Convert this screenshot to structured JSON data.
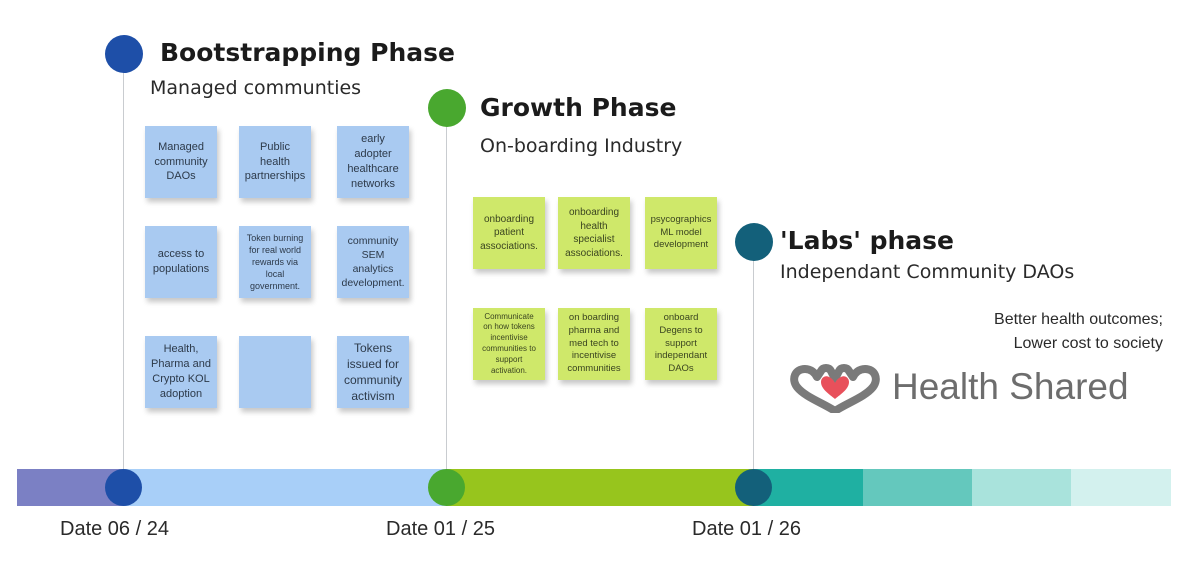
{
  "phases": [
    {
      "title": "Bootstrapping Phase",
      "subtitle": "Managed communties",
      "color": "#1e4fa8"
    },
    {
      "title": "Growth Phase",
      "subtitle": "On-boarding Industry",
      "color": "#49a82f"
    },
    {
      "title": "'Labs' phase",
      "subtitle": "Independant Community DAOs",
      "color": "#13607a"
    }
  ],
  "bootstrapping_notes": [
    "Managed community DAOs",
    "Public health partnerships",
    "early adopter healthcare networks",
    "access to populations",
    "Token burning for real world rewards via local government.",
    "community SEM analytics development.",
    "Health, Pharma and Crypto KOL adoption",
    "",
    "Tokens issued for community activism"
  ],
  "growth_notes": [
    "onboarding patient associations.",
    "onboarding health specialist associations.",
    "psycographics ML model development",
    "Communicate on how tokens incentivise communities to support activation.",
    "on boarding pharma and med tech to incentivise communities",
    "onboard Degens to support independant DAOs"
  ],
  "dates": [
    "Date 06 / 24",
    "Date 01 / 25",
    "Date 01 / 26"
  ],
  "outcomes": [
    "Better health outcomes;",
    "Lower cost to society"
  ],
  "brand": {
    "name": "Health Shared",
    "heart_color": "#e8505b",
    "hands_color": "#7a7a7a"
  },
  "timeline_colors": [
    "#7b80c4",
    "#a8cff8",
    "#97c51d",
    "#1fb0a2",
    "#64c8bd",
    "#a9e3dc",
    "#d3f1ee"
  ]
}
